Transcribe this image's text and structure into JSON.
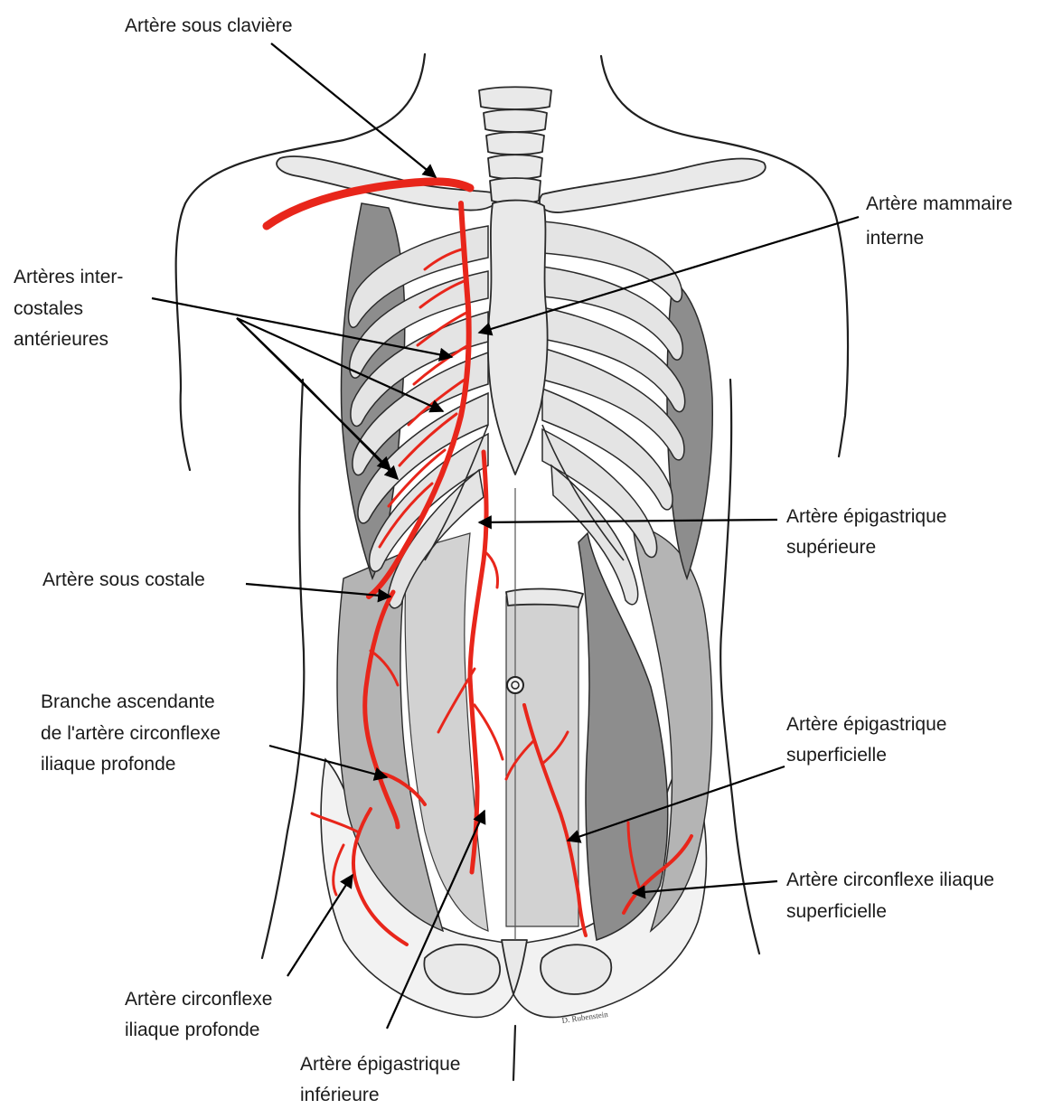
{
  "labels": {
    "arteria_subclavia": "Artère sous clavière",
    "mammaria_interna": [
      "Artère mammaire",
      "interne"
    ],
    "intercostales": [
      "Artères inter-",
      "costales",
      "antérieures"
    ],
    "epigastrique_superieure": [
      "Artère épigastrique",
      "supérieure"
    ],
    "sous_costale": "Artère sous costale",
    "branche_ascendante": [
      "Branche ascendante",
      "de l'artère circonflexe",
      "iliaque profonde"
    ],
    "epigastrique_superficielle": [
      "Artère épigastrique",
      "superficielle"
    ],
    "circonflexe_superficielle": [
      "Artère circonflexe iliaque",
      "superficielle"
    ],
    "circonflexe_profonde": [
      "Artère circonflexe",
      "iliaque profonde"
    ],
    "epigastrique_inferieure": [
      "Artère épigastrique",
      "inférieure"
    ]
  },
  "signature": "D. Rubenstein",
  "colors": {
    "artery": "#e8261b",
    "outline": "#1f1f1f",
    "bone": "#e9e9e9",
    "muscle_dark": "#8d8d8d",
    "muscle_mid": "#b4b4b4"
  }
}
